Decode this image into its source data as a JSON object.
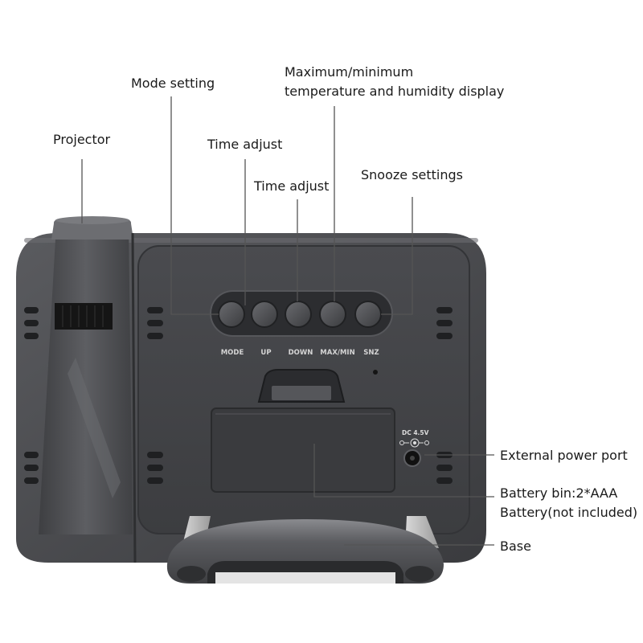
{
  "callouts": {
    "projector": "Projector",
    "mode_setting": "Mode setting",
    "time_adjust_up": "Time adjust",
    "time_adjust_down": "Time adjust",
    "max_min_line1": "Maximum/minimum",
    "max_min_line2": "temperature and humidity display",
    "snooze": "Snooze settings",
    "power_port": "External power port",
    "battery_line1": "Battery bin:2*AAA",
    "battery_line2": "Battery(not included)",
    "base": "Base"
  },
  "buttons": {
    "mode": "MODE",
    "up": "UP",
    "down": "DOWN",
    "maxmin": "MAX/MIN",
    "snz": "SNZ"
  },
  "power": {
    "rating": "DC 4.5V"
  },
  "colors": {
    "body": "#4a4b4e",
    "panel": "#3f4043",
    "leader_line": "#555555",
    "label_text": "#1a1a1a"
  }
}
